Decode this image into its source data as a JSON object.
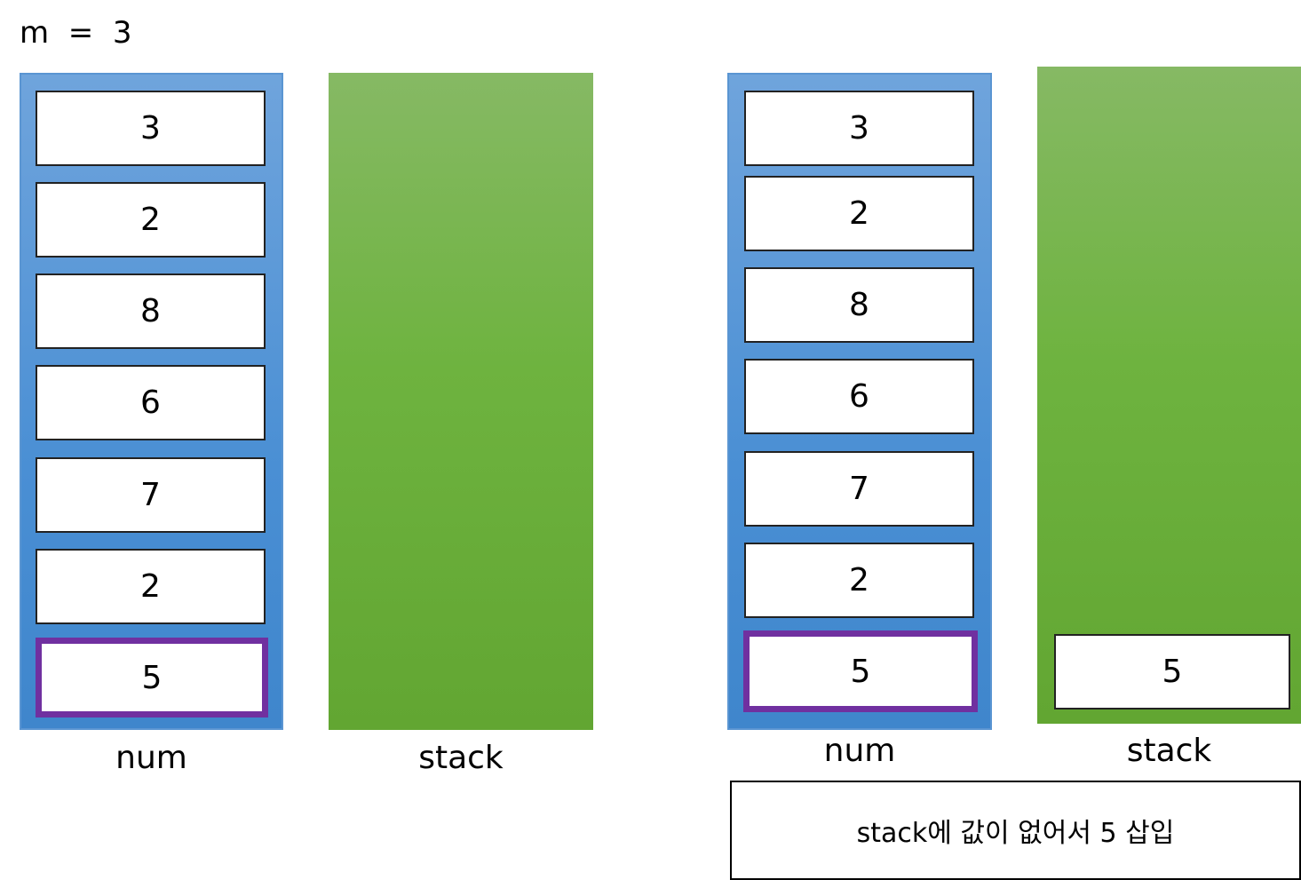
{
  "header": {
    "m_label": "m  =  3"
  },
  "panels": [
    {
      "num_caption": "num",
      "stack_caption": "stack",
      "num_cells": [
        "3",
        "2",
        "8",
        "6",
        "7",
        "2",
        "5"
      ],
      "highlighted_cell": "5",
      "stack_cells": []
    },
    {
      "num_caption": "num",
      "stack_caption": "stack",
      "num_cells": [
        "3",
        "2",
        "8",
        "6",
        "7",
        "2",
        "5"
      ],
      "highlighted_cell": "5",
      "stack_cells": [
        "5"
      ],
      "note": "stack에 값이 없어서 5 삽입"
    }
  ],
  "colors": {
    "num_column": "#4a8fd4",
    "stack_column": "#6eb33f",
    "highlight_border": "#7030a0"
  }
}
